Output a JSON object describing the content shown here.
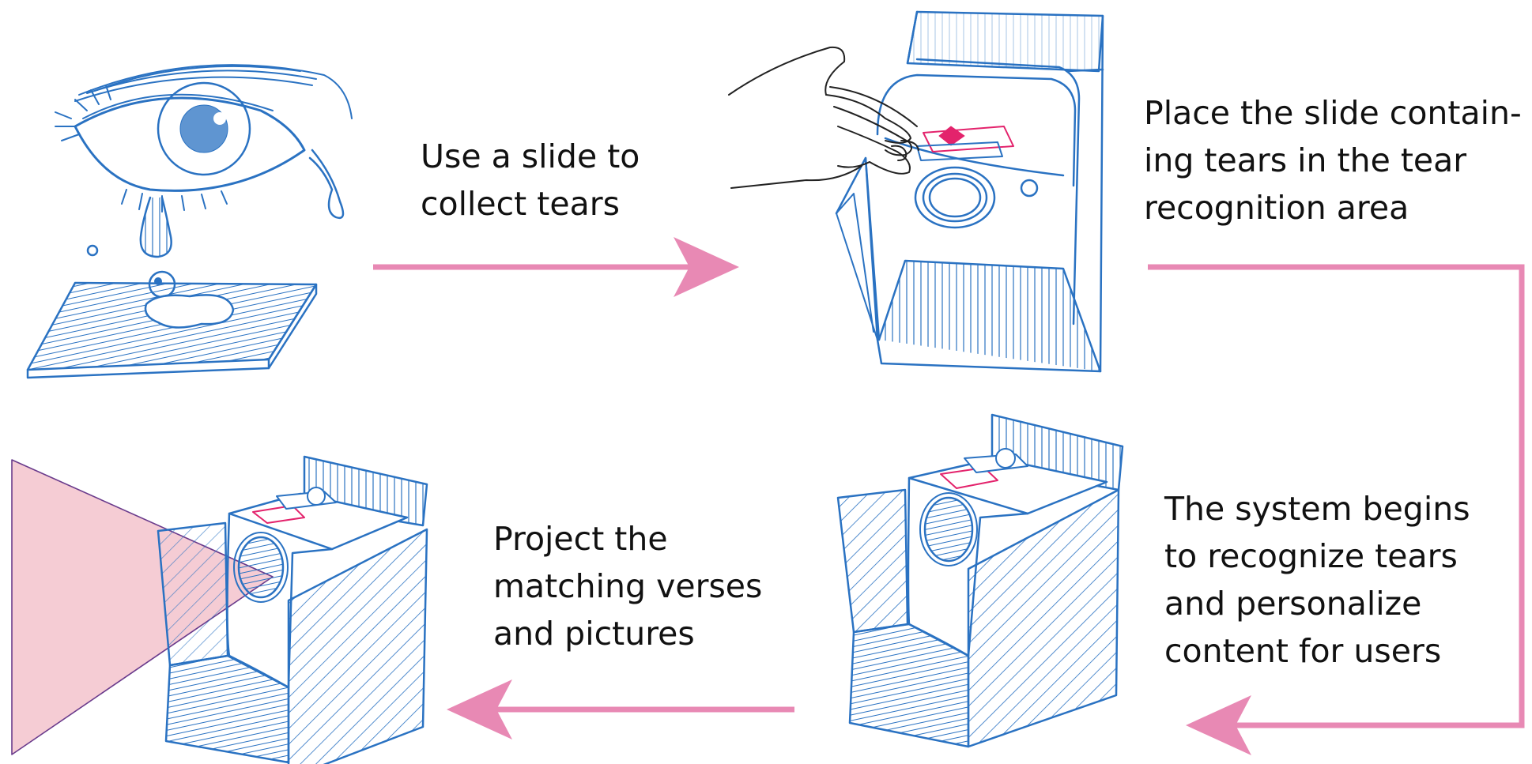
{
  "captions": {
    "step1": [
      "Use a slide to",
      "collect tears"
    ],
    "step2": [
      "Place the slide contain-",
      "ing tears in the tear",
      "recognition area"
    ],
    "step3": [
      "The system begins",
      "to recognize tears",
      "and personalize",
      "content for users"
    ],
    "step4": [
      "Project the",
      "matching verses",
      "and pictures"
    ]
  },
  "colors": {
    "sketch": "#2a72c2",
    "arrow": "#e889b4",
    "slide_highlight": "#e3236c",
    "projection": "#f3c3cd",
    "text": "#111111"
  },
  "illustrations": [
    "crying-eye-sketch",
    "hand-inserting-slide-sketch",
    "recognition-device-sketch",
    "projector-device-sketch"
  ]
}
